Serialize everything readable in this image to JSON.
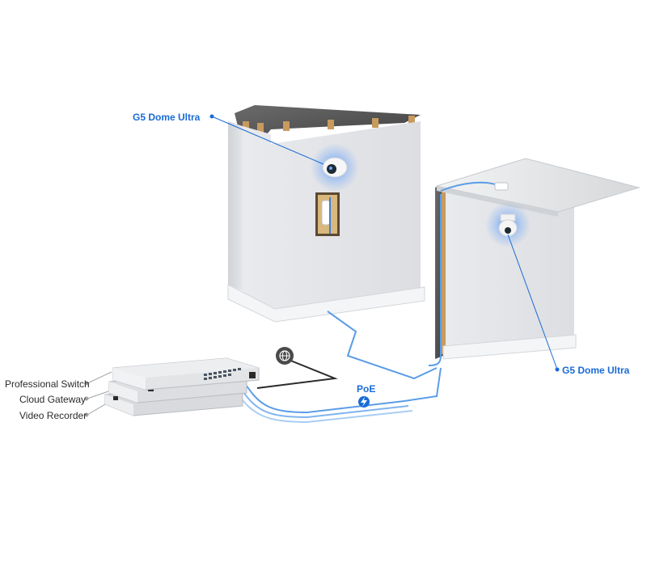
{
  "labels": {
    "camera_top": "G5 Dome Ultra",
    "camera_right": "G5 Dome Ultra",
    "switch": "Professional Switch",
    "gateway": "Cloud Gateway",
    "recorder": "Video Recorder",
    "poe": "PoE"
  },
  "icons": {
    "internet": "globe-icon",
    "poe": "lightning-bolt-icon"
  },
  "colors": {
    "accent_blue": "#1a6bd6",
    "cable_blue": "#5b9de6",
    "wall_face": "#e6e7ea",
    "insulation": "#5a5a5a",
    "timber": "#c89a5e"
  }
}
